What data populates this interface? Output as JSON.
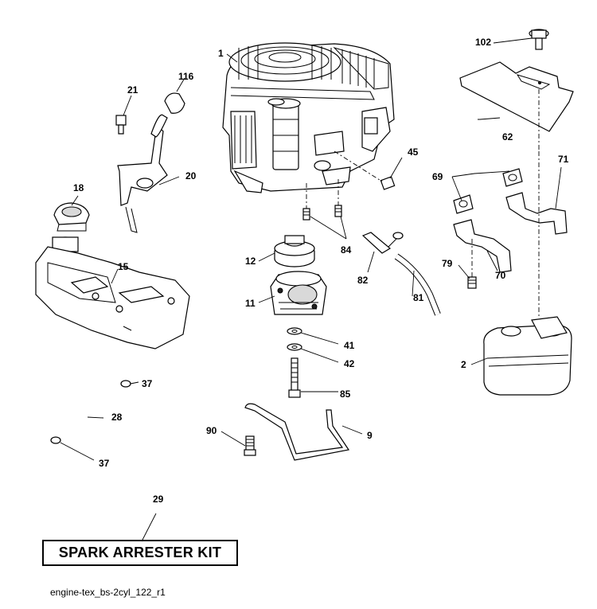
{
  "callouts": {
    "c1": "1",
    "c2": "2",
    "c9": "9",
    "c11": "11",
    "c12": "12",
    "c15": "15",
    "c18": "18",
    "c20": "20",
    "c21": "21",
    "c28": "28",
    "c29": "29",
    "c37a": "37",
    "c37b": "37",
    "c41": "41",
    "c42": "42",
    "c45": "45",
    "c62": "62",
    "c69": "69",
    "c70": "70",
    "c71": "71",
    "c79": "79",
    "c81": "81",
    "c82": "82",
    "c84": "84",
    "c85": "85",
    "c90": "90",
    "c102": "102",
    "c116": "116"
  },
  "kit_label": "SPARK ARRESTER KIT",
  "caption": "engine-tex_bs-2cyl_122_r1"
}
